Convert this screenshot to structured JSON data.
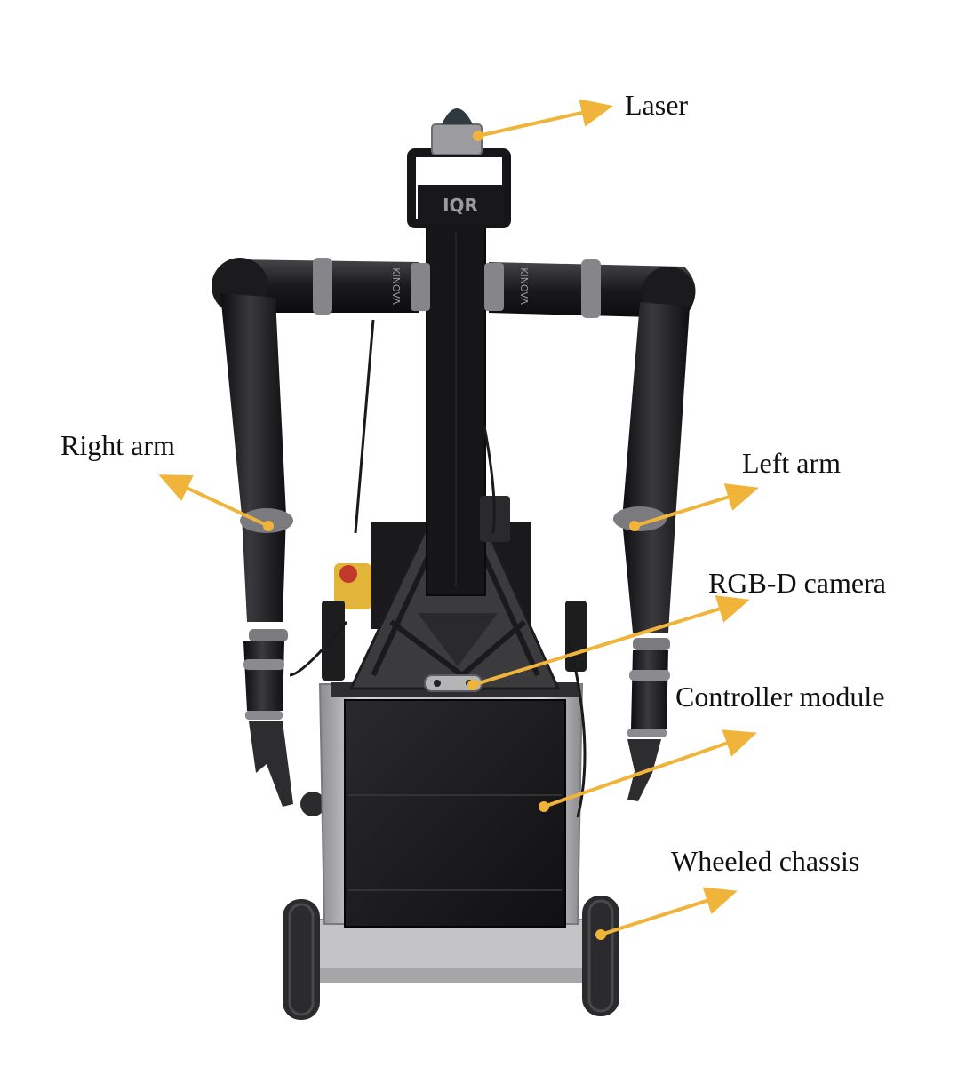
{
  "figure": {
    "labels": {
      "laser": "Laser",
      "right_arm": "Right arm",
      "left_arm": "Left arm",
      "rgbd_camera": "RGB-D camera",
      "controller_module": "Controller module",
      "wheeled_chassis": "Wheeled chassis"
    },
    "robot_markings": {
      "head_logo": "IQR",
      "arm_brand": "KINOVA"
    },
    "colors": {
      "arrow": "#F0B43A",
      "robot_body": "#1c1c1e",
      "arm_ring": "#8e8e93",
      "chassis_metal": "#b9b9bb",
      "wheel": "#2a2a2c"
    }
  }
}
